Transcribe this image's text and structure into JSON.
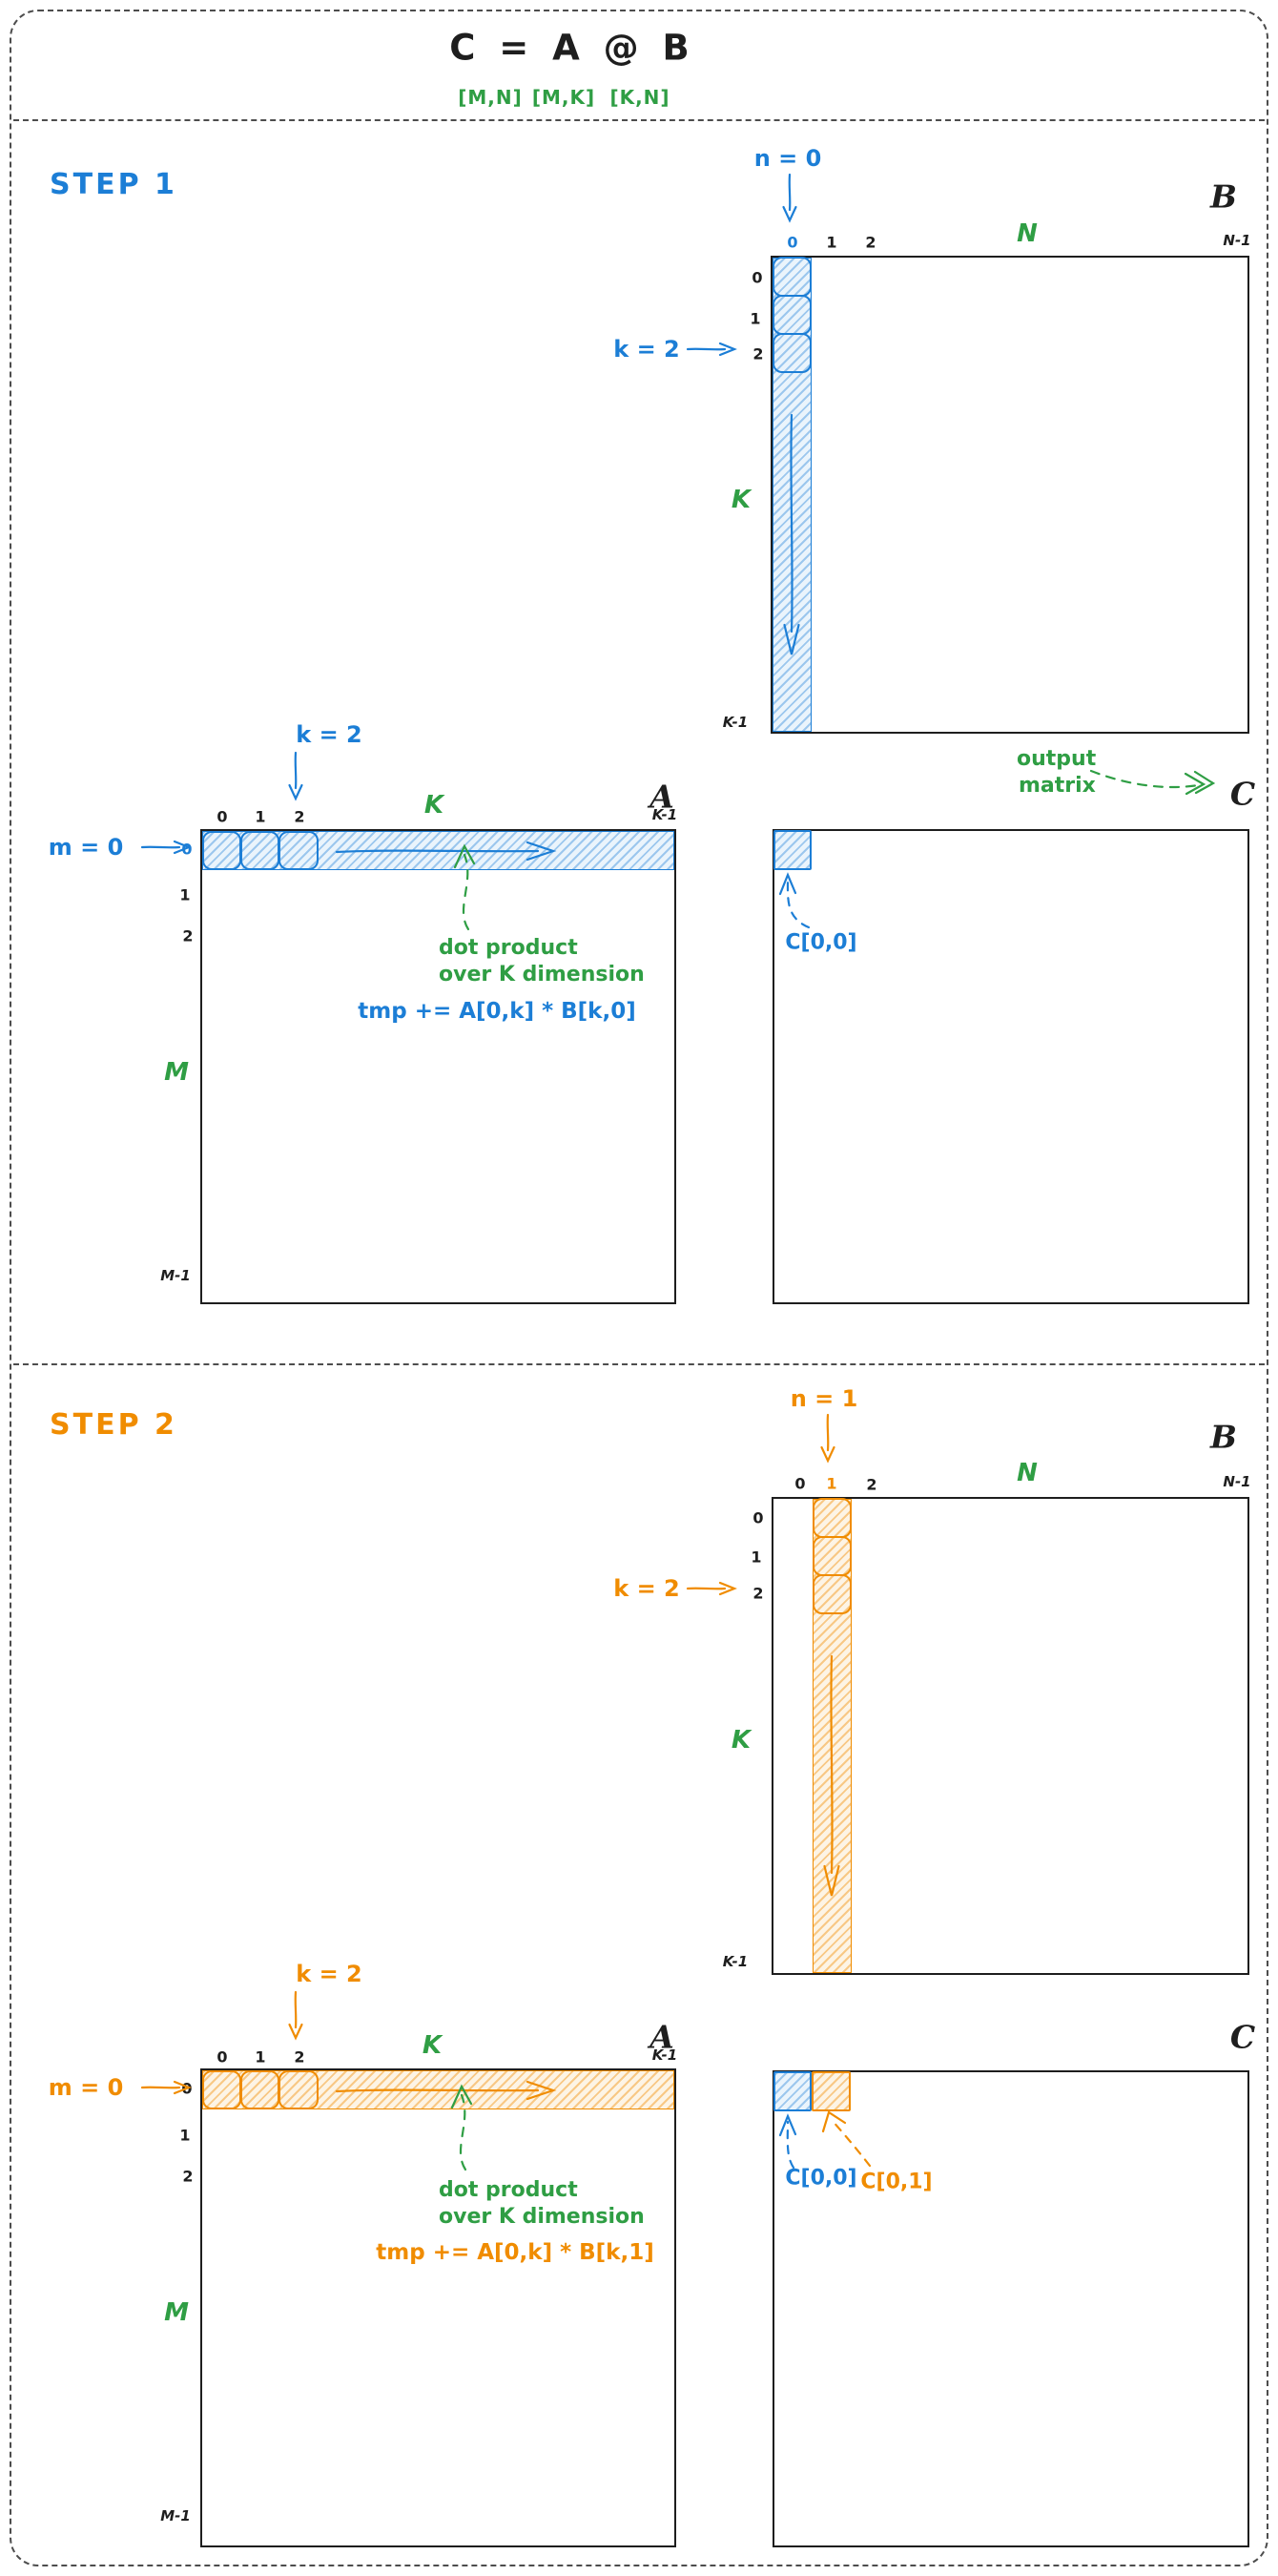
{
  "colors": {
    "blue": "#1c7ed6",
    "green": "#2f9e44",
    "orange": "#f08c00",
    "ink": "#1e1e1e"
  },
  "header": {
    "title": "C = A @ B",
    "shapes": [
      "[M,N]",
      "[M,K]",
      "[K,N]"
    ]
  },
  "steps": [
    {
      "label": "STEP 1",
      "b": {
        "title": "B",
        "dim_top": "N",
        "dim_side": "K",
        "iter": "n = 0",
        "k_pointer": "k = 2",
        "cols": [
          "0",
          "1",
          "2"
        ],
        "col_last": "N-1",
        "rows": [
          "0",
          "1",
          "2"
        ],
        "row_last": "K-1",
        "highlighted_col": "0"
      },
      "a": {
        "title": "A",
        "dim_top": "K",
        "dim_side": "M",
        "k_pointer": "k = 2",
        "m_pointer": "m = 0",
        "cols": [
          "0",
          "1",
          "2"
        ],
        "col_last": "K-1",
        "rows": [
          "0",
          "1",
          "2"
        ],
        "row_last": "M-1",
        "highlighted_row": "0"
      },
      "c": {
        "title": "C",
        "note": [
          "output",
          "matrix"
        ],
        "labels": [
          "C[0,0]"
        ]
      },
      "notes": {
        "dot": [
          "dot product",
          "over K dimension"
        ],
        "formula": "tmp += A[0,k] * B[k,0]"
      }
    },
    {
      "label": "STEP 2",
      "b": {
        "title": "B",
        "dim_top": "N",
        "dim_side": "K",
        "iter": "n = 1",
        "k_pointer": "k = 2",
        "cols": [
          "0",
          "1",
          "2"
        ],
        "col_last": "N-1",
        "rows": [
          "0",
          "1",
          "2"
        ],
        "row_last": "K-1",
        "highlighted_col": "1"
      },
      "a": {
        "title": "A",
        "dim_top": "K",
        "dim_side": "M",
        "k_pointer": "k = 2",
        "m_pointer": "m = 0",
        "cols": [
          "0",
          "1",
          "2"
        ],
        "col_last": "K-1",
        "rows": [
          "0",
          "1",
          "2"
        ],
        "row_last": "M-1",
        "highlighted_row": "0"
      },
      "c": {
        "title": "C",
        "labels": [
          "C[0,0]",
          "C[0,1]"
        ]
      },
      "notes": {
        "dot": [
          "dot product",
          "over K dimension"
        ],
        "formula": "tmp += A[0,k] * B[k,1]"
      }
    }
  ]
}
